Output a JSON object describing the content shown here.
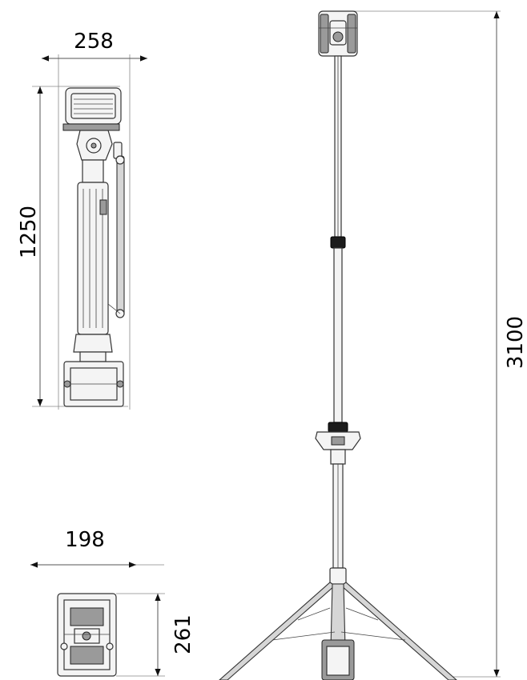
{
  "dimensions": {
    "collapsed_width": "258",
    "collapsed_height": "1250",
    "footprint_width": "198",
    "footprint_depth": "261",
    "extended_height": "3100"
  },
  "colors": {
    "line": "#333333",
    "dimension_line": "#555555",
    "clamp": "#1c1c1c",
    "background": "#ffffff"
  }
}
